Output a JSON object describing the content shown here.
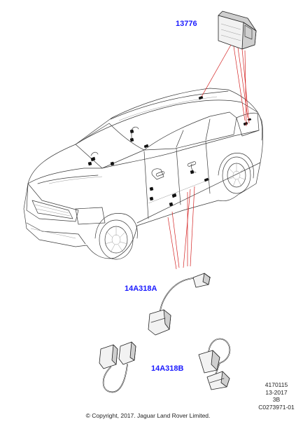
{
  "parts": [
    {
      "id": "module",
      "number": "13776"
    },
    {
      "id": "harness-a",
      "number": "14A318A"
    },
    {
      "id": "harness-b",
      "number": "14A318B"
    }
  ],
  "reference": {
    "line1": "4170115",
    "line2": "13-2017",
    "line3": "3B",
    "line4": "C0273971-01"
  },
  "copyright": "© Copyright, 2017. Jaguar Land Rover Limited.",
  "colors": {
    "label": "#1a1aff",
    "leader": "#d42020",
    "outline": "#3a3a3a"
  }
}
